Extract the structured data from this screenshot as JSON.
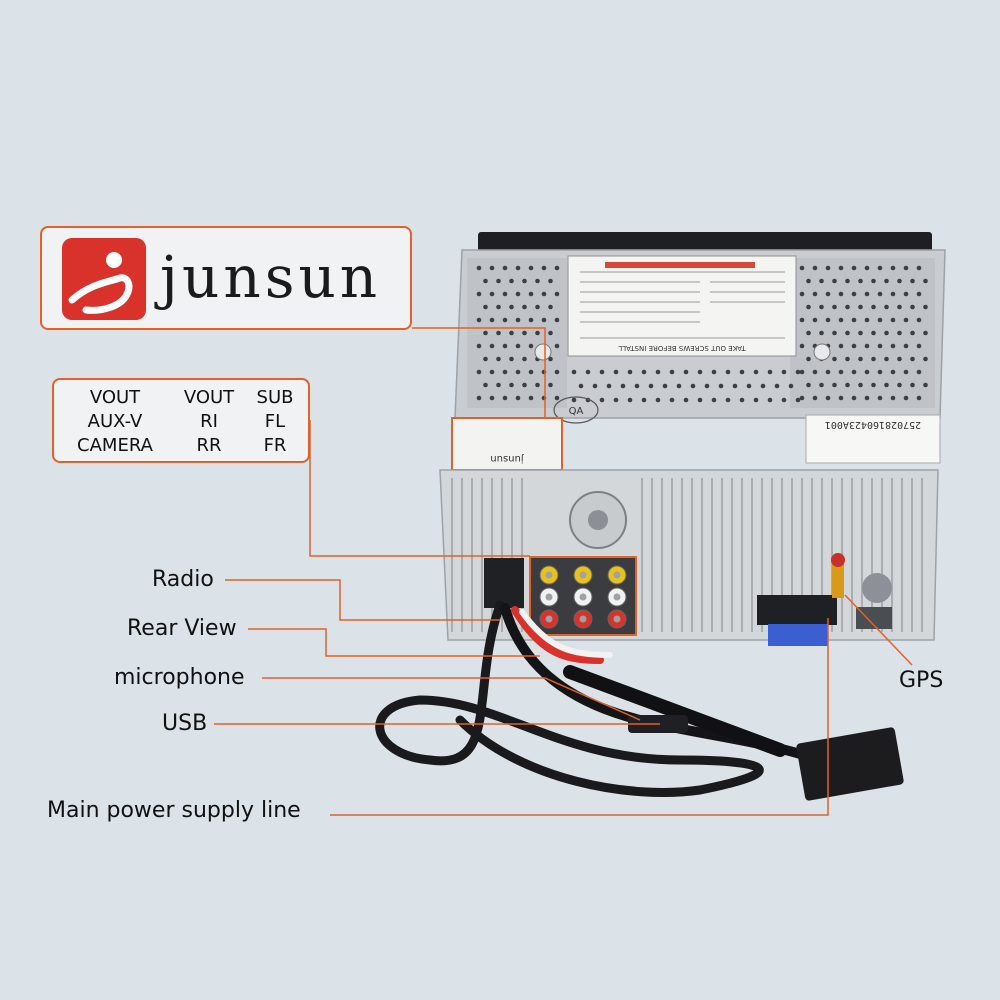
{
  "brand": {
    "name": "junsun",
    "logo_color": "#d8322b",
    "accent_color": "#e0622a"
  },
  "ports_table": {
    "rows": [
      [
        "VOUT",
        "VOUT",
        "SUB"
      ],
      [
        "AUX-V",
        "RI",
        "FL"
      ],
      [
        "CAMERA",
        "RR",
        "FR"
      ]
    ]
  },
  "callouts": {
    "radio": "Radio",
    "rear_view": "Rear View",
    "microphone": "microphone",
    "usb": "USB",
    "main_power": "Main power supply line",
    "gps": "GPS"
  },
  "device": {
    "serial": "257028160423A001",
    "install_note": "TAKE OUT SCREWS BEFORE INSTALL",
    "label_brand": "junsun",
    "qa_stamp": "QA"
  }
}
